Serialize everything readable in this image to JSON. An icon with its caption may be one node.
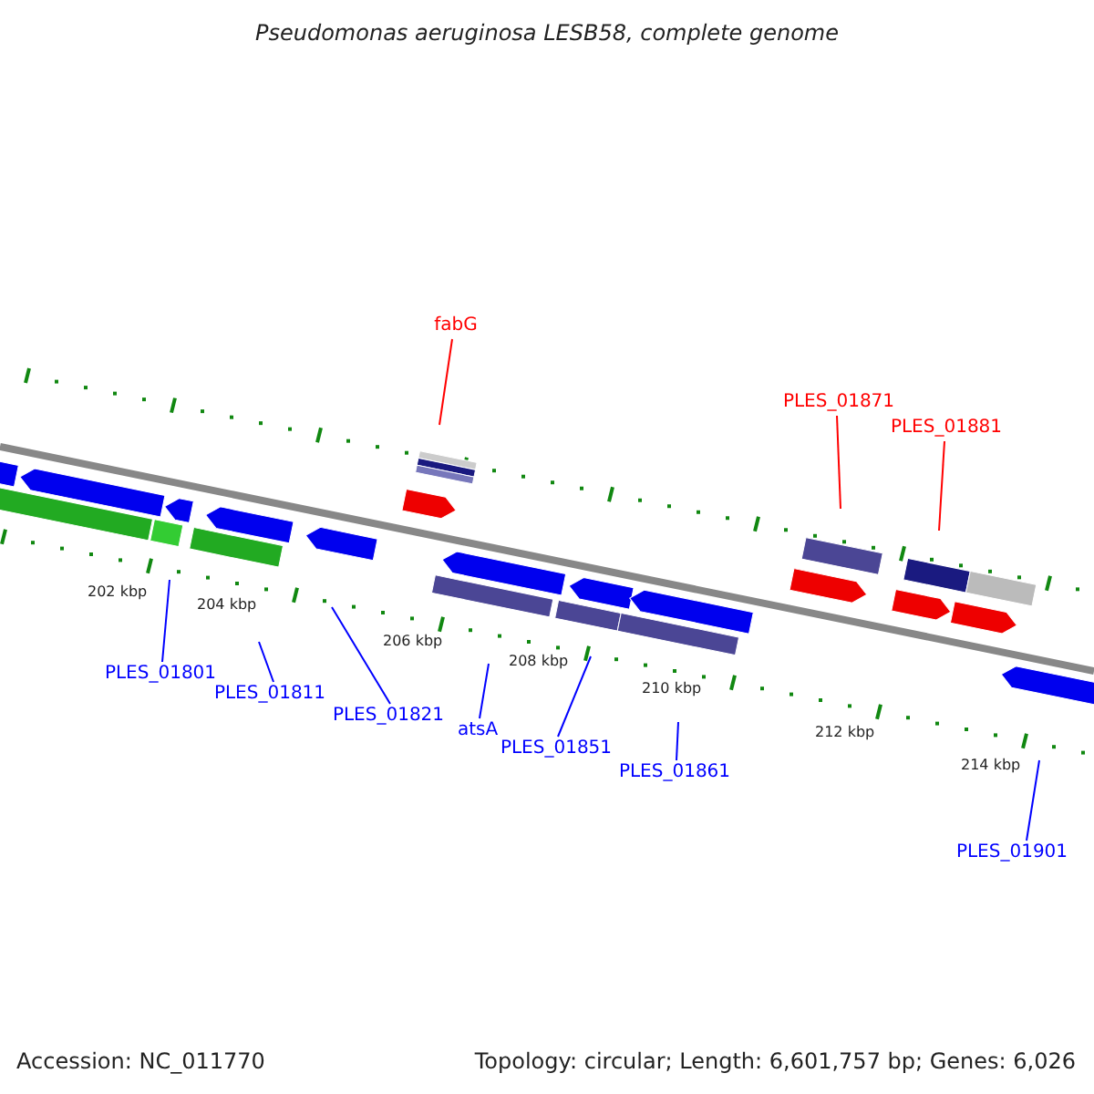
{
  "diagram": {
    "title": "Pseudomonas aeruginosa LESB58, complete genome",
    "nodes": [
      {
        "text": [
          "fabG"
        ]
      },
      {
        "text": [
          "PLES_01871"
        ]
      },
      {
        "text": [
          "PLES_01881"
        ]
      },
      {
        "text": [
          "PLES_01801"
        ]
      },
      {
        "text": [
          "PLES_01811"
        ]
      },
      {
        "text": [
          "PLES_01821"
        ]
      },
      {
        "text": [
          "atsA"
        ]
      },
      {
        "text": [
          "PLES_01851"
        ]
      },
      {
        "text": [
          "PLES_01861"
        ]
      },
      {
        "text": [
          "PLES_01901"
        ]
      }
    ],
    "edges": [
      {
        "from": 0,
        "to": null,
        "arrow": "none",
        "color": "#ff0000"
      },
      {
        "from": 1,
        "to": null,
        "arrow": "none",
        "color": "#ff0000"
      },
      {
        "from": 2,
        "to": null,
        "arrow": "none",
        "color": "#ff0000"
      },
      {
        "from": 3,
        "to": null,
        "arrow": "none"
      },
      {
        "from": 4,
        "to": null,
        "arrow": "none"
      },
      {
        "from": 5,
        "to": null,
        "arrow": "none"
      },
      {
        "from": 6,
        "to": null,
        "arrow": "none"
      },
      {
        "from": 7,
        "to": null,
        "arrow": "none"
      },
      {
        "from": 8,
        "to": null,
        "arrow": "none"
      },
      {
        "from": 9,
        "to": null,
        "arrow": "none"
      }
    ],
    "labels": [
      "202 kbp",
      "204 kbp",
      "206 kbp",
      "208 kbp",
      "210 kbp",
      "212 kbp",
      "214 kbp",
      "Accession: NC_011770",
      "Topology: circular; Length: 6,601,757 bp; Genes: 6,026"
    ]
  }
}
